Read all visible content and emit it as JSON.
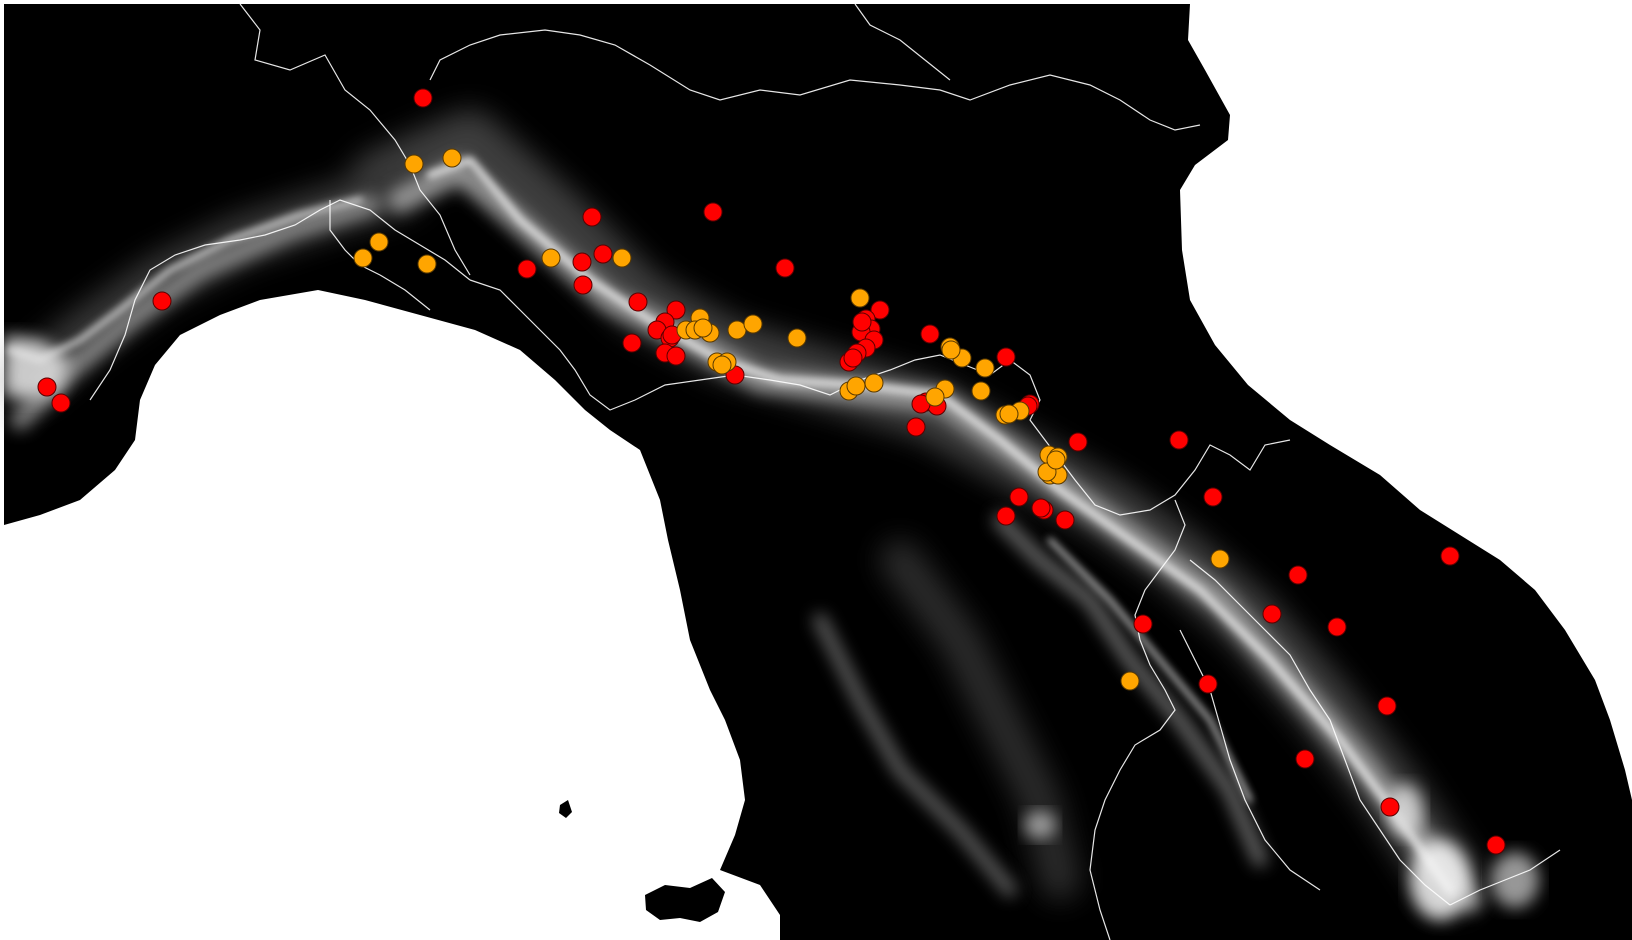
{
  "map": {
    "colors": {
      "land": "#000000",
      "sea": "#ffffff",
      "border": "#ffffff",
      "relief_light": "#f0f0f0",
      "relief_mid": "#8c8c8c",
      "red_point": "#ff0000",
      "orange_point": "#ffa500"
    },
    "point_groups": [
      {
        "color": "red",
        "count": 57
      },
      {
        "color": "orange",
        "count": 40
      }
    ]
  }
}
